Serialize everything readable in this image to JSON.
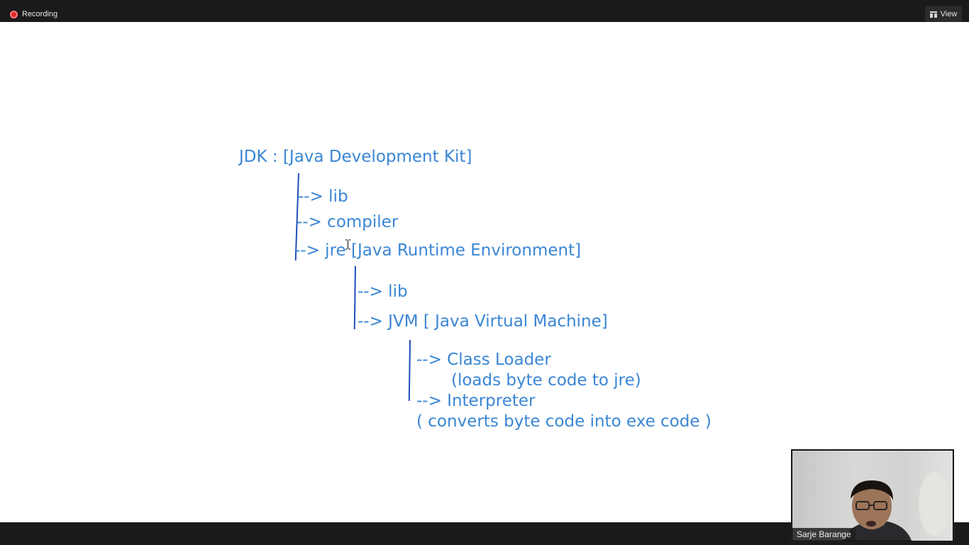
{
  "top_bar": {
    "recording_label": "Recording",
    "view_label": "View"
  },
  "slide": {
    "title": "JDK : [Java Development Kit]",
    "jdk_items": {
      "lib": "--> lib",
      "compiler": "--> compiler",
      "jre": "--> jre [Java Runtime Environment]"
    },
    "jre_items": {
      "lib": "--> lib",
      "jvm": "--> JVM [ Java Virtual Machine]"
    },
    "jvm_items": {
      "class_loader": "--> Class Loader",
      "class_loader_note": "(loads byte code to jre)",
      "interpreter": "--> Interpreter",
      "interpreter_note": "( converts byte code into exe code )"
    }
  },
  "video": {
    "participant_name": "Sarje Barange"
  },
  "colors": {
    "slide_text": "#3a86d4",
    "tree_line": "#1f4fb8",
    "bar_background": "#1a1a1a",
    "recording_dot": "#e02b2b"
  },
  "icons": {
    "recording": "recording-dot-icon",
    "view": "view-grid-icon"
  }
}
